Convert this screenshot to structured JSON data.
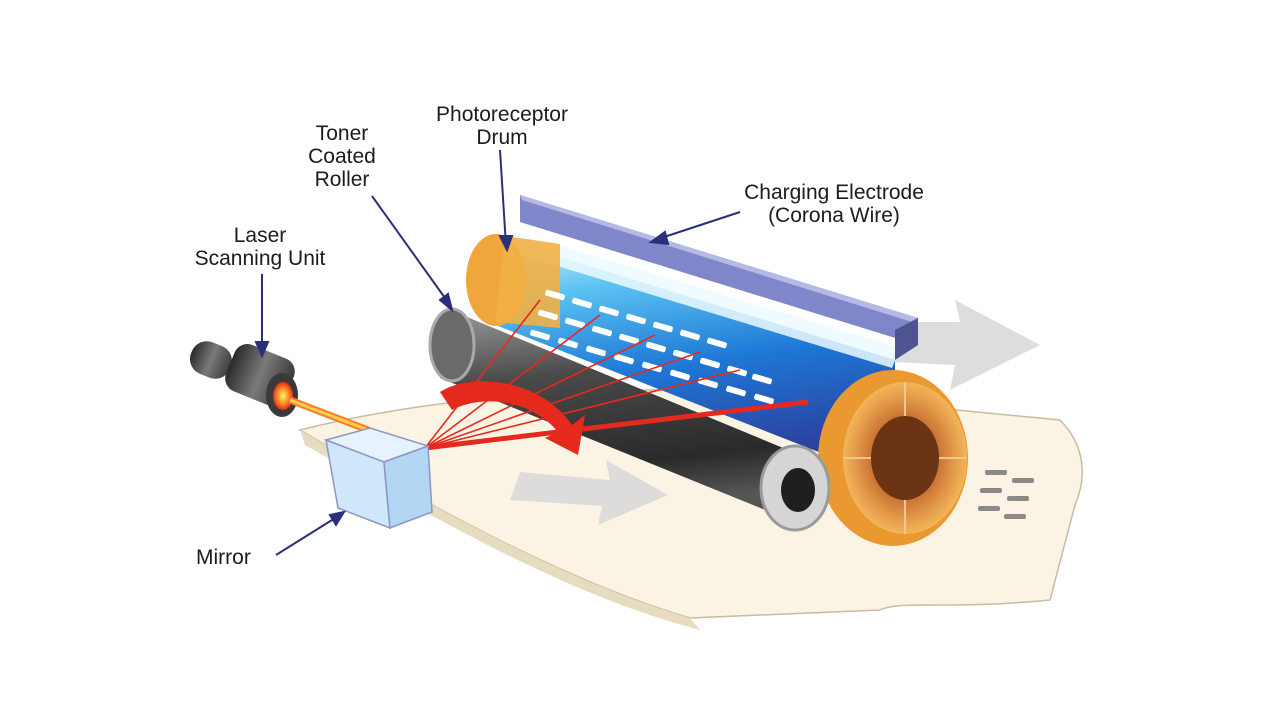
{
  "labels": {
    "laser_line1": "Laser",
    "laser_line2": "Scanning Unit",
    "toner_line1": "Toner",
    "toner_line2": "Coated",
    "toner_line3": "Roller",
    "drum_line1": "Photoreceptor",
    "drum_line2": "Drum",
    "charge_line1": "Charging Electrode",
    "charge_line2": "(Corona Wire)",
    "mirror": "Mirror"
  },
  "colors": {
    "leader": "#2b2f7a",
    "laser_beam": "#e52a1d",
    "drum_blue": "#1e78d6",
    "drum_end": "#f0a63a",
    "electrode": "#7f86c9",
    "roller": "#3c3c3c",
    "paper": "#fbf4e4",
    "arrow_gray": "#d9d9d9"
  }
}
